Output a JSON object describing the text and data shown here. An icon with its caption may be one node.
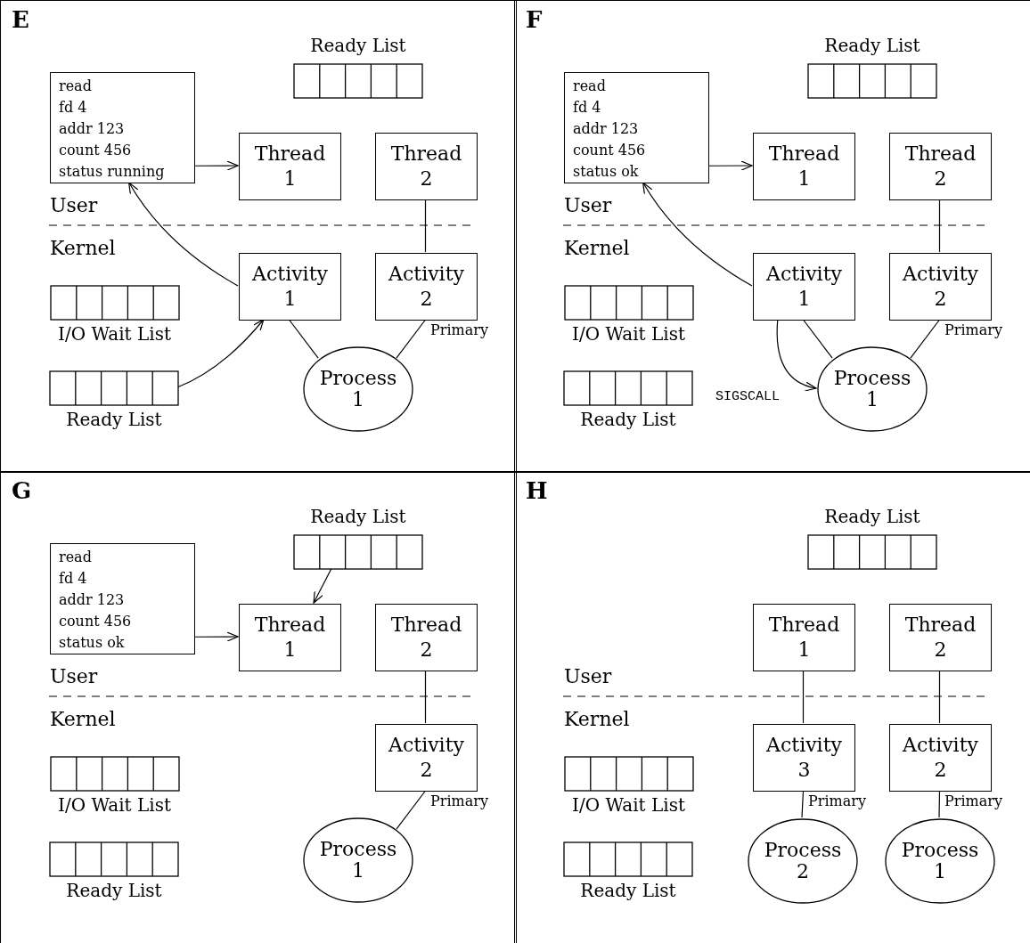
{
  "diagram": {
    "nodes": [
      {
        "text": [
          "E"
        ]
      },
      {
        "text": [
          "Ready List"
        ],
        "in": 0
      },
      {
        "text": [
          "read",
          "fd 4",
          "addr 123",
          "count 456",
          "status running"
        ],
        "in": 0
      },
      {
        "text": [
          "Thread 1"
        ],
        "in": 0
      },
      {
        "text": [
          "Thread 2"
        ],
        "in": 0
      },
      {
        "text": [
          "Activity 1"
        ],
        "in": 0
      },
      {
        "text": [
          "Activity 2"
        ],
        "in": 0,
        "beside": [
          "Primary"
        ]
      },
      {
        "text": [
          "Process 1"
        ],
        "in": 0
      },
      {
        "text": [
          "I/O Wait List"
        ],
        "in": 0
      },
      {
        "text": [
          "Ready List"
        ],
        "in": 0
      },
      {
        "text": [
          "F"
        ]
      },
      {
        "text": [
          "Ready List"
        ],
        "in": 10
      },
      {
        "text": [
          "read",
          "fd 4",
          "addr 123",
          "count 456",
          "status ok"
        ],
        "in": 10
      },
      {
        "text": [
          "Thread 1"
        ],
        "in": 10
      },
      {
        "text": [
          "Thread 2"
        ],
        "in": 10
      },
      {
        "text": [
          "Activity 1"
        ],
        "in": 10
      },
      {
        "text": [
          "Activity 2"
        ],
        "in": 10,
        "beside": [
          "Primary"
        ]
      },
      {
        "text": [
          "Process 1"
        ],
        "in": 10
      },
      {
        "text": [
          "I/O Wait List"
        ],
        "in": 10
      },
      {
        "text": [
          "Ready List"
        ],
        "in": 10
      },
      {
        "text": [
          "G"
        ]
      },
      {
        "text": [
          "Ready List"
        ],
        "in": 20
      },
      {
        "text": [
          "read",
          "fd 4",
          "addr 123",
          "count 456",
          "status ok"
        ],
        "in": 20
      },
      {
        "text": [
          "Thread 1"
        ],
        "in": 20
      },
      {
        "text": [
          "Thread 2"
        ],
        "in": 20
      },
      {
        "text": [
          "Activity 2"
        ],
        "in": 20,
        "beside": [
          "Primary"
        ]
      },
      {
        "text": [
          "Process 1"
        ],
        "in": 20
      },
      {
        "text": [
          "I/O Wait List"
        ],
        "in": 20
      },
      {
        "text": [
          "Ready List"
        ],
        "in": 20
      },
      {
        "text": [
          "H"
        ]
      },
      {
        "text": [
          "Ready List"
        ],
        "in": 29
      },
      {
        "text": [
          "Thread 1"
        ],
        "in": 29
      },
      {
        "text": [
          "Thread 2"
        ],
        "in": 29
      },
      {
        "text": [
          "Activity 3"
        ],
        "in": 29,
        "beside": [
          "Primary"
        ]
      },
      {
        "text": [
          "Activity 2"
        ],
        "in": 29,
        "beside": [
          "Primary"
        ]
      },
      {
        "text": [
          "Process 2"
        ],
        "in": 29
      },
      {
        "text": [
          "Process 1"
        ],
        "in": 29
      },
      {
        "text": [
          "I/O Wait List"
        ],
        "in": 29
      },
      {
        "text": [
          "Ready List"
        ],
        "in": 29
      }
    ],
    "edges": [
      {
        "from": 2,
        "to": 3,
        "arrow": "to"
      },
      {
        "from": 5,
        "to": 2,
        "arrow": "to"
      },
      {
        "from": 4,
        "to": 6,
        "arrow": "none"
      },
      {
        "from": 5,
        "to": 7,
        "arrow": "none"
      },
      {
        "from": 6,
        "to": 7,
        "arrow": "none"
      },
      {
        "from": 9,
        "to": 5,
        "arrow": "to"
      },
      {
        "from": 12,
        "to": 13,
        "arrow": "to"
      },
      {
        "from": 15,
        "to": 12,
        "arrow": "to"
      },
      {
        "from": 14,
        "to": 16,
        "arrow": "none"
      },
      {
        "from": 15,
        "to": 17,
        "arrow": "none"
      },
      {
        "from": 15,
        "to": 17,
        "arrow": "to",
        "label": "SIGSCALL"
      },
      {
        "from": 16,
        "to": 17,
        "arrow": "none"
      },
      {
        "from": 22,
        "to": 23,
        "arrow": "to"
      },
      {
        "from": 21,
        "to": 23,
        "arrow": "to"
      },
      {
        "from": 24,
        "to": 25,
        "arrow": "none"
      },
      {
        "from": 25,
        "to": 26,
        "arrow": "none"
      },
      {
        "from": 31,
        "to": 33,
        "arrow": "none"
      },
      {
        "from": 32,
        "to": 34,
        "arrow": "none"
      },
      {
        "from": 33,
        "to": 35,
        "arrow": "none"
      },
      {
        "from": 34,
        "to": 36,
        "arrow": "none"
      }
    ],
    "labels": [
      "User",
      "Kernel",
      "User",
      "Kernel",
      "User",
      "Kernel",
      "User",
      "Kernel"
    ]
  }
}
